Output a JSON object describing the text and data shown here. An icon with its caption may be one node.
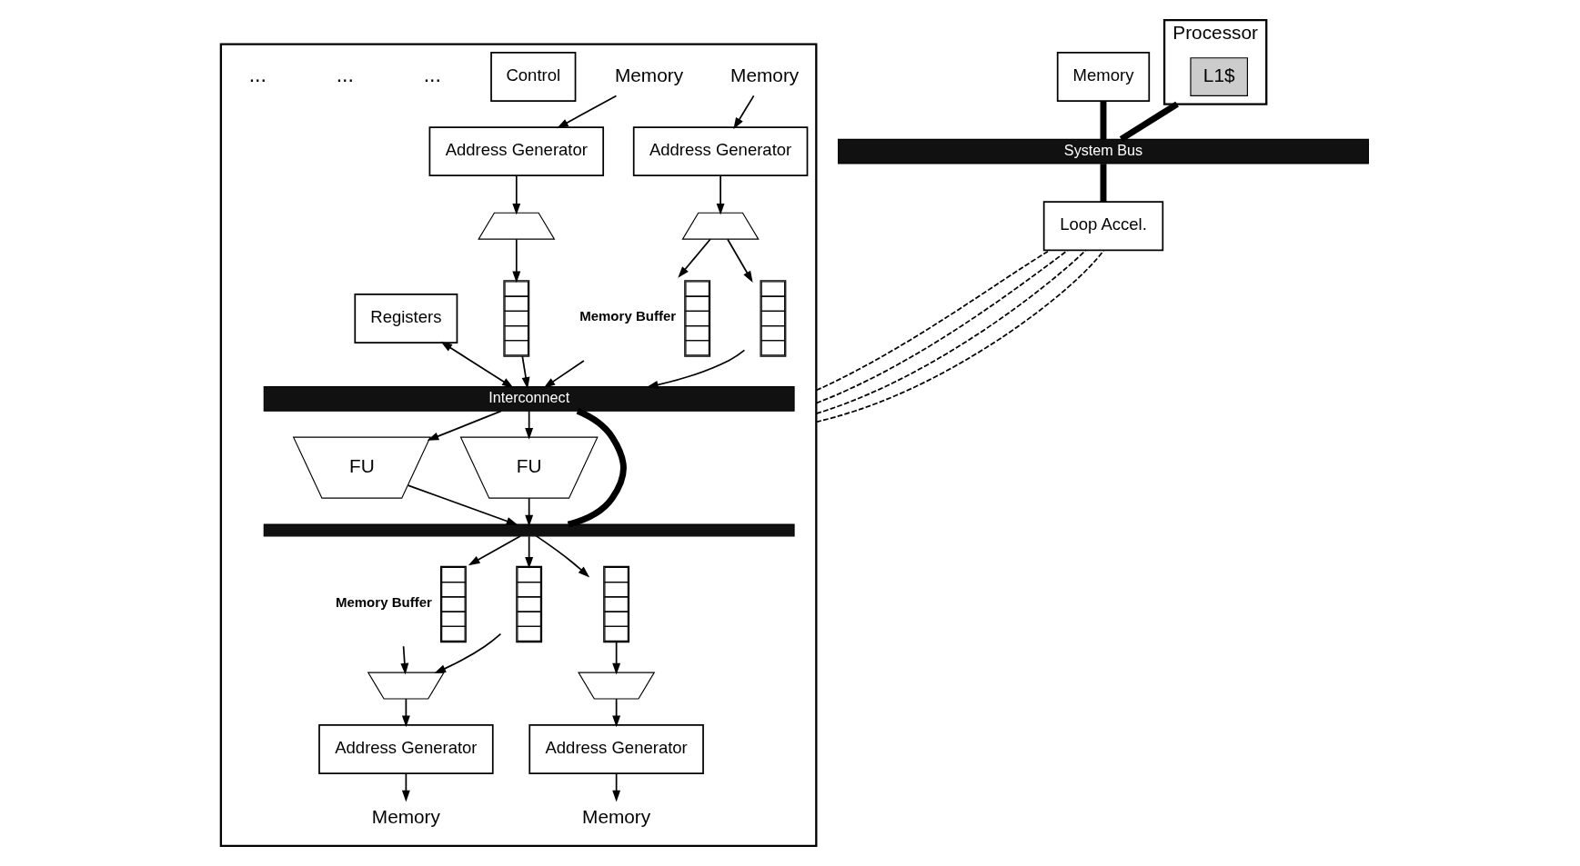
{
  "diagram": {
    "nodes": [
      {
        "text": [],
        "shape": "box"
      },
      {
        "text": [
          "Memory"
        ],
        "in": 0
      },
      {
        "text": [
          "Address Generator"
        ],
        "in": 0
      },
      {
        "text": [
          "Memory"
        ],
        "in": 0
      },
      {
        "text": [
          "Address Generator"
        ],
        "in": 0
      },
      {
        "text": [
          "Control"
        ],
        "in": 0
      },
      {
        "text": [],
        "shape": "trapezoid",
        "in": 0
      },
      {
        "text": [],
        "shape": "trapezoid",
        "in": 0
      },
      {
        "text": [],
        "shape": "box",
        "beside": [
          "Memory Buffer"
        ],
        "in": 0
      },
      {
        "text": [],
        "shape": "box",
        "in": 0
      },
      {
        "text": [],
        "shape": "box",
        "in": 0
      },
      {
        "text": [
          "Interconnect"
        ],
        "in": 0
      },
      {
        "text": [
          "Registers"
        ],
        "in": 0
      },
      {
        "text": [
          "FU"
        ],
        "in": 0
      },
      {
        "text": [
          "FU"
        ],
        "in": 0
      },
      {
        "text": [],
        "shape": "bar",
        "in": 0
      },
      {
        "text": [],
        "shape": "box",
        "beside": [
          "Memory Buffer"
        ],
        "in": 0
      },
      {
        "text": [],
        "shape": "box",
        "in": 0
      },
      {
        "text": [],
        "shape": "box",
        "in": 0
      },
      {
        "text": [],
        "shape": "trapezoid",
        "in": 0
      },
      {
        "text": [],
        "shape": "trapezoid",
        "in": 0
      },
      {
        "text": [
          "Address Generator"
        ],
        "in": 0
      },
      {
        "text": [
          "Address Generator"
        ],
        "in": 0
      },
      {
        "text": [
          "Memory"
        ],
        "in": 0
      },
      {
        "text": [
          "Memory"
        ],
        "in": 0
      },
      {
        "text": [
          "Memory"
        ]
      },
      {
        "text": [
          "System Bus"
        ]
      },
      {
        "text": [
          "Loop Accel."
        ]
      },
      {
        "text": [
          "Processor"
        ]
      },
      {
        "text": [
          "L1$"
        ],
        "in": 28
      }
    ],
    "edges": [
      {
        "from": 1,
        "to": 2,
        "arrow": "to"
      },
      {
        "from": 3,
        "to": 4,
        "arrow": "to"
      },
      {
        "from": 2,
        "to": 6,
        "arrow": "to"
      },
      {
        "from": 4,
        "to": 7,
        "arrow": "to"
      },
      {
        "from": 6,
        "to": 8,
        "arrow": "to"
      },
      {
        "from": 6,
        "to": 9,
        "arrow": "to"
      },
      {
        "from": 7,
        "to": 10,
        "arrow": "to"
      },
      {
        "from": 8,
        "to": 11,
        "arrow": "to"
      },
      {
        "from": 9,
        "to": 11,
        "arrow": "to"
      },
      {
        "from": 10,
        "to": 11,
        "arrow": "to"
      },
      {
        "from": 12,
        "to": 11,
        "arrow": "both"
      },
      {
        "from": 11,
        "to": 13,
        "arrow": "to"
      },
      {
        "from": 11,
        "to": 14,
        "arrow": "to"
      },
      {
        "from": 11,
        "to": 15,
        "arrow": "none",
        "style": "thick"
      },
      {
        "from": 13,
        "to": 15,
        "arrow": "to"
      },
      {
        "from": 14,
        "to": 15,
        "arrow": "to"
      },
      {
        "from": 15,
        "to": 16,
        "arrow": "to"
      },
      {
        "from": 15,
        "to": 17,
        "arrow": "to"
      },
      {
        "from": 15,
        "to": 18,
        "arrow": "to"
      },
      {
        "from": 16,
        "to": 19,
        "arrow": "to"
      },
      {
        "from": 17,
        "to": 19,
        "arrow": "to"
      },
      {
        "from": 18,
        "to": 20,
        "arrow": "to"
      },
      {
        "from": 19,
        "to": 21,
        "arrow": "to"
      },
      {
        "from": 20,
        "to": 22,
        "arrow": "to"
      },
      {
        "from": 21,
        "to": 23,
        "arrow": "to"
      },
      {
        "from": 22,
        "to": 24,
        "arrow": "to"
      },
      {
        "from": 25,
        "to": 26,
        "arrow": "none",
        "style": "thick"
      },
      {
        "from": 26,
        "to": 27,
        "arrow": "none",
        "style": "thick"
      },
      {
        "from": 26,
        "to": 28,
        "arrow": "none",
        "style": "thick"
      },
      {
        "from": 0,
        "to": 27,
        "arrow": "none",
        "style": "dashed"
      },
      {
        "from": 0,
        "to": 27,
        "arrow": "none",
        "style": "dashed"
      },
      {
        "from": 0,
        "to": 27,
        "arrow": "none",
        "style": "dashed"
      },
      {
        "from": 0,
        "to": 27,
        "arrow": "none",
        "style": "dashed"
      }
    ],
    "labels": [
      "...",
      "...",
      "..."
    ]
  }
}
